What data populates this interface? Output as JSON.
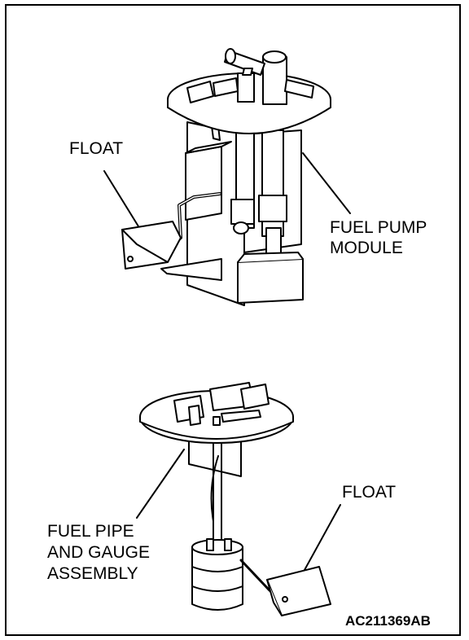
{
  "labels": {
    "float_upper": "FLOAT",
    "fuel_pump_module_line1": "FUEL PUMP",
    "fuel_pump_module_line2": "MODULE",
    "float_lower": "FLOAT",
    "fuel_pipe_line1": "FUEL PIPE",
    "fuel_pipe_line2": "AND GAUGE",
    "fuel_pipe_line3": "ASSEMBLY",
    "figure_code": "AC211369AB"
  }
}
